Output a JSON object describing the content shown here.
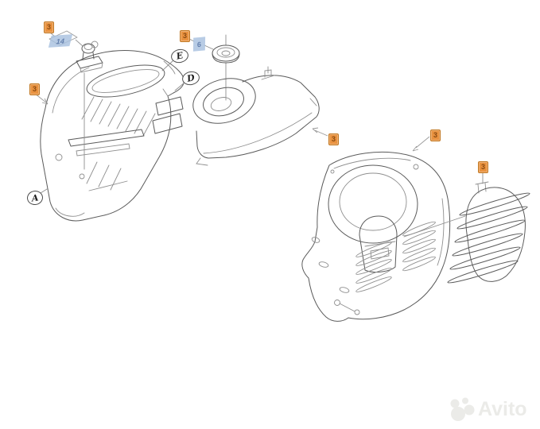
{
  "diagram": {
    "type": "exploded-parts-diagram",
    "callouts": {
      "badges": [
        {
          "id": "fastener",
          "label": "3"
        },
        {
          "id": "left-housing",
          "label": "3"
        },
        {
          "id": "seal",
          "label": "3"
        },
        {
          "id": "middle-housing",
          "label": "3"
        },
        {
          "id": "right-housing",
          "label": "3"
        },
        {
          "id": "filter",
          "label": "3"
        }
      ],
      "part_numbers": [
        {
          "id": "fastener",
          "label": "14"
        },
        {
          "id": "seal",
          "label": "6"
        }
      ],
      "assembly_letters": [
        {
          "id": "left-assembly",
          "label": "A"
        },
        {
          "id": "upper-bracket",
          "label": "D"
        },
        {
          "id": "top-bracket",
          "label": "E"
        }
      ]
    },
    "parts": [
      {
        "name": "fastener-screw"
      },
      {
        "name": "motor-housing-left-shell"
      },
      {
        "name": "seal-grommet"
      },
      {
        "name": "motor-cover-middle"
      },
      {
        "name": "housing-shell-right"
      },
      {
        "name": "exhaust-filter-grille"
      }
    ],
    "colors": {
      "background": "#FFFFFF",
      "line": "#5B5B5B",
      "badge_fill": "#E9923F",
      "badge_border": "#C1761F",
      "badge_text": "#8A4A12",
      "highlight_fill": "#A9C2E0",
      "highlight_text": "#41649C",
      "watermark": "#EBEBE8"
    }
  },
  "watermark": {
    "text": "Avito"
  }
}
